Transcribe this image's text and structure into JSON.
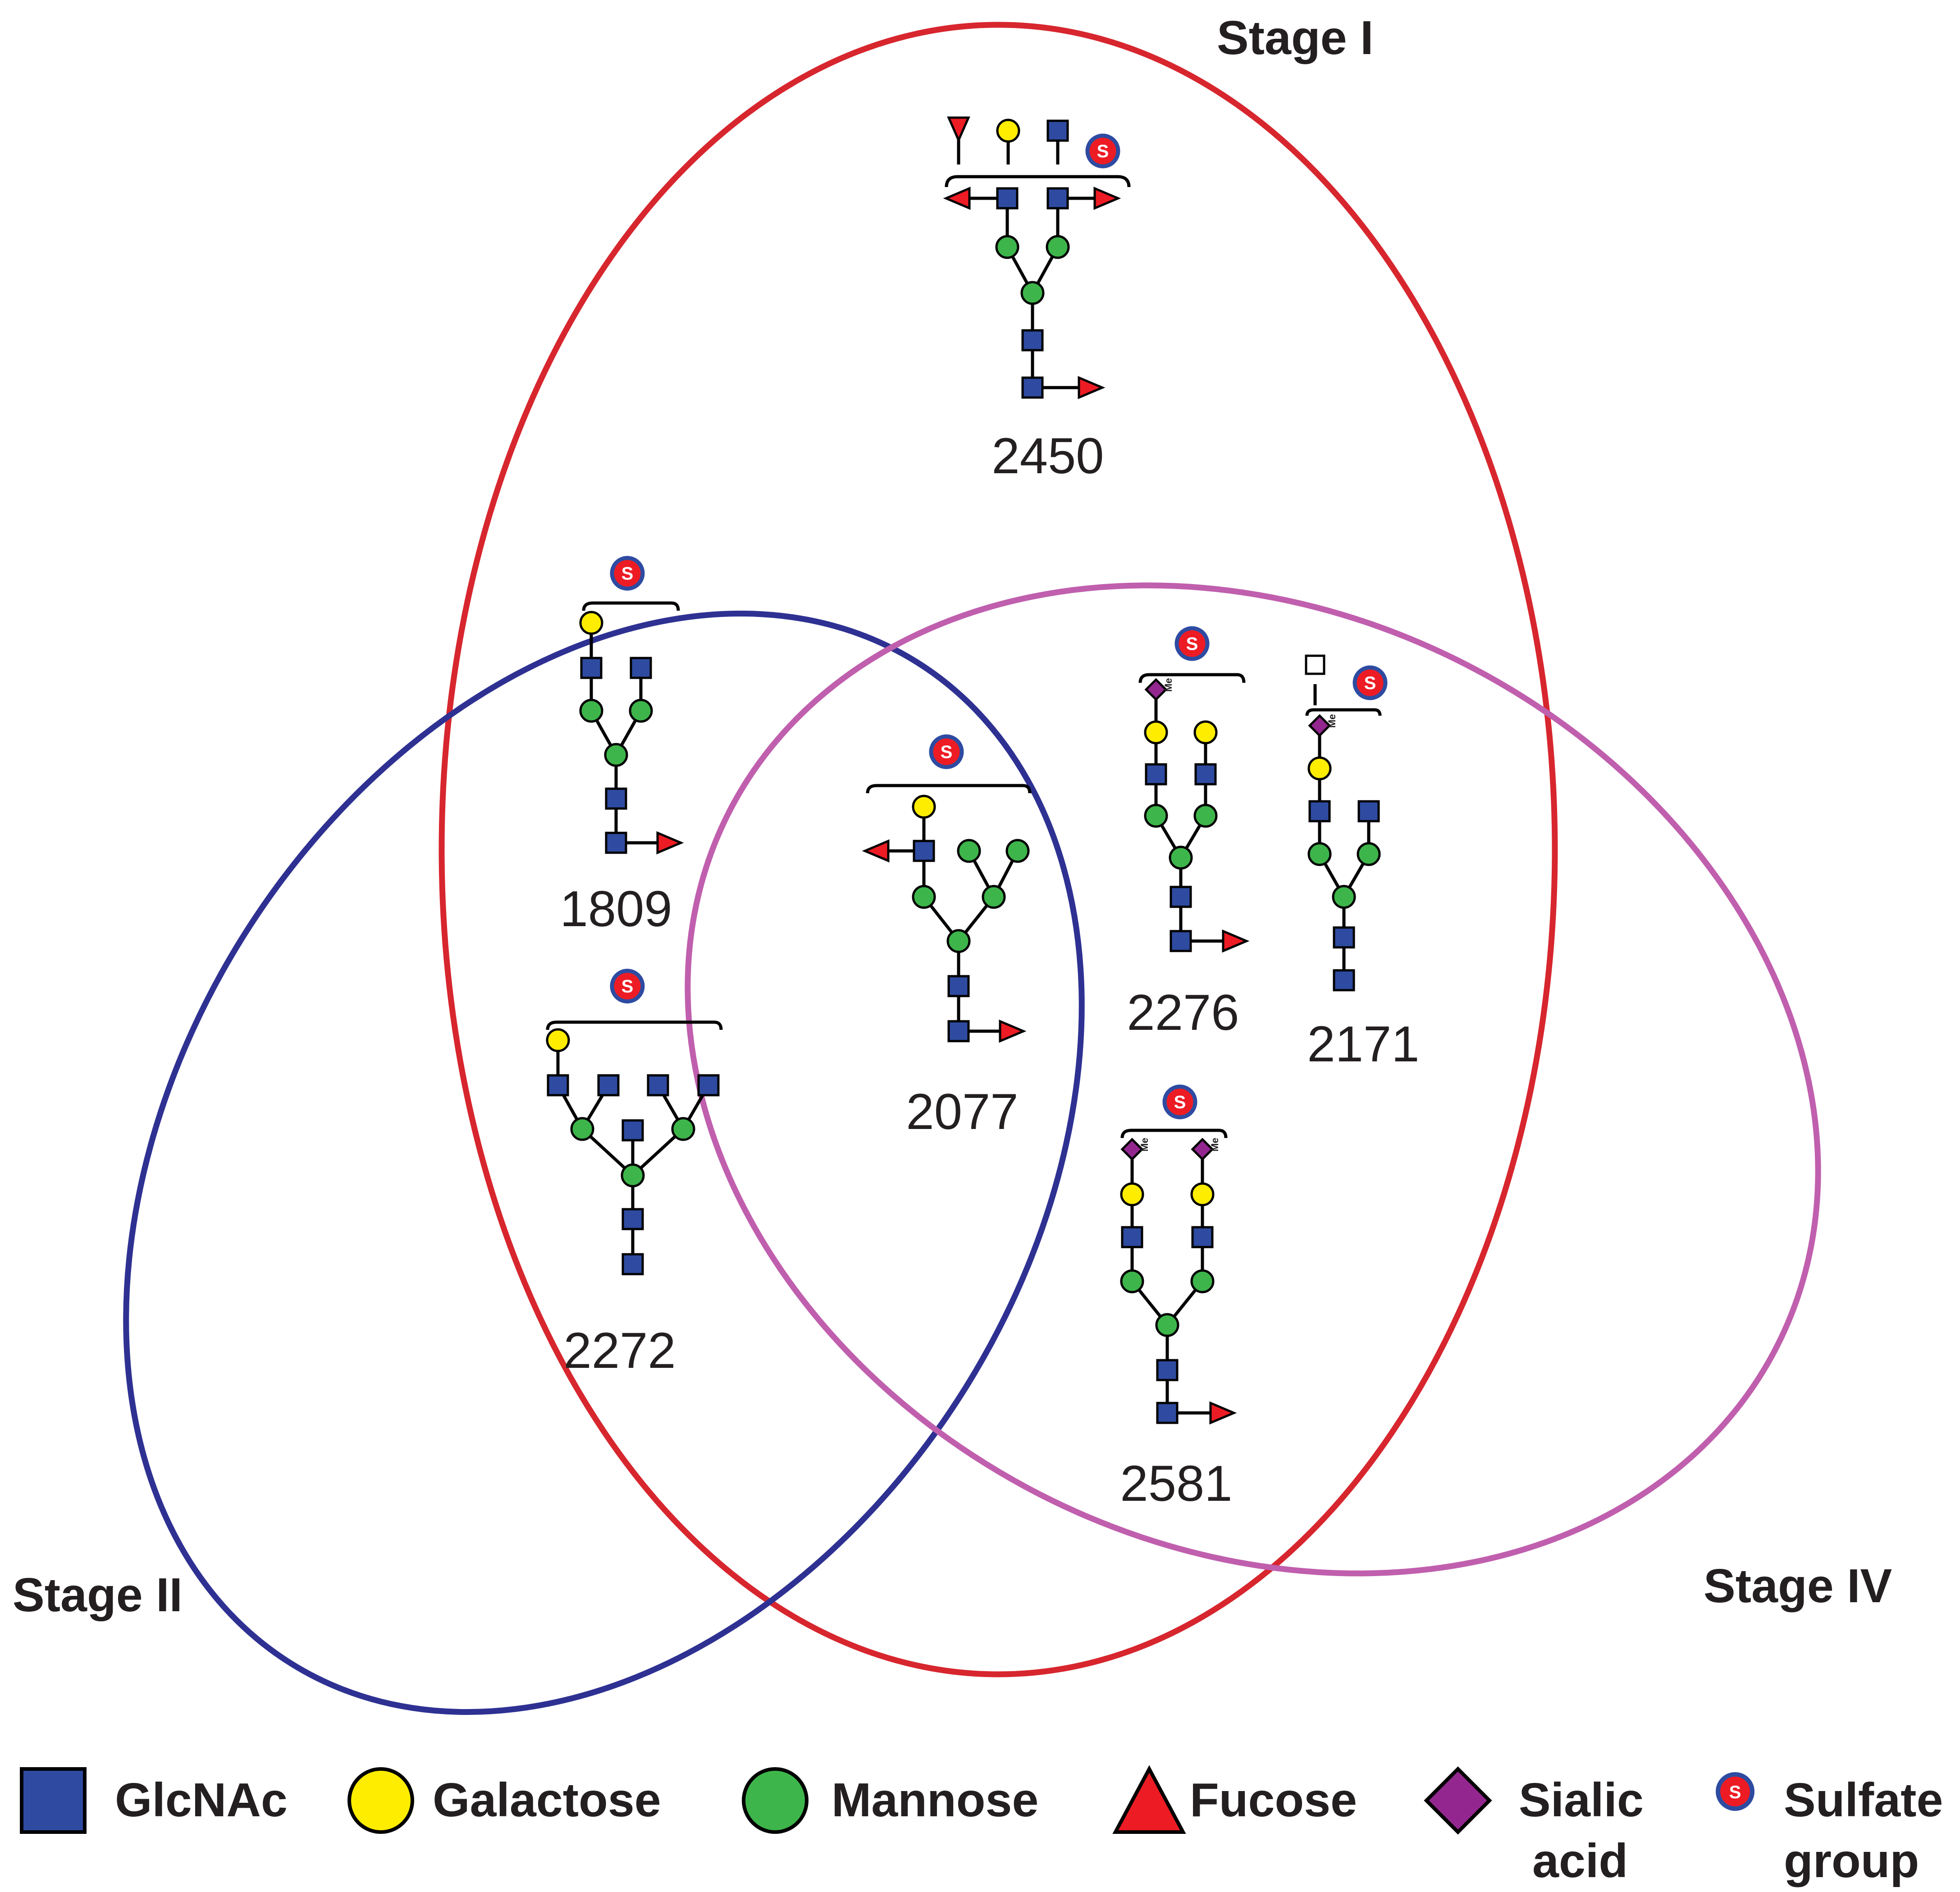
{
  "stages": {
    "stage_1": "Stage I",
    "stage_2": "Stage II",
    "stage_4": "Stage IV"
  },
  "glycans": {
    "g2450": "2450",
    "g1809": "1809",
    "g2272": "2272",
    "g2077": "2077",
    "g2276": "2276",
    "g2171": "2171",
    "g2581": "2581"
  },
  "sulfate_symbol": "S",
  "methyl_label": "Me",
  "legend": {
    "glcnac": "GlcNAc",
    "galactose": "Galactose",
    "mannose": "Mannose",
    "fucose": "Fucose",
    "sialic_line1": "Sialic",
    "sialic_line2": "acid",
    "sulfate_line1": "Sulfate",
    "sulfate_line2": "group"
  },
  "colors": {
    "stage_1_outline": "#d7262e",
    "stage_2_outline": "#2e3192",
    "stage_4_outline": "#c05fae",
    "glcnac": "#2e4ba1",
    "galactose": "#ffed00",
    "mannose": "#3db54a",
    "fucose": "#ed1c24",
    "sialic_acid": "#93278f",
    "sulfate": "#ed1c24",
    "sulfate_ring": "#2e4ba1"
  }
}
